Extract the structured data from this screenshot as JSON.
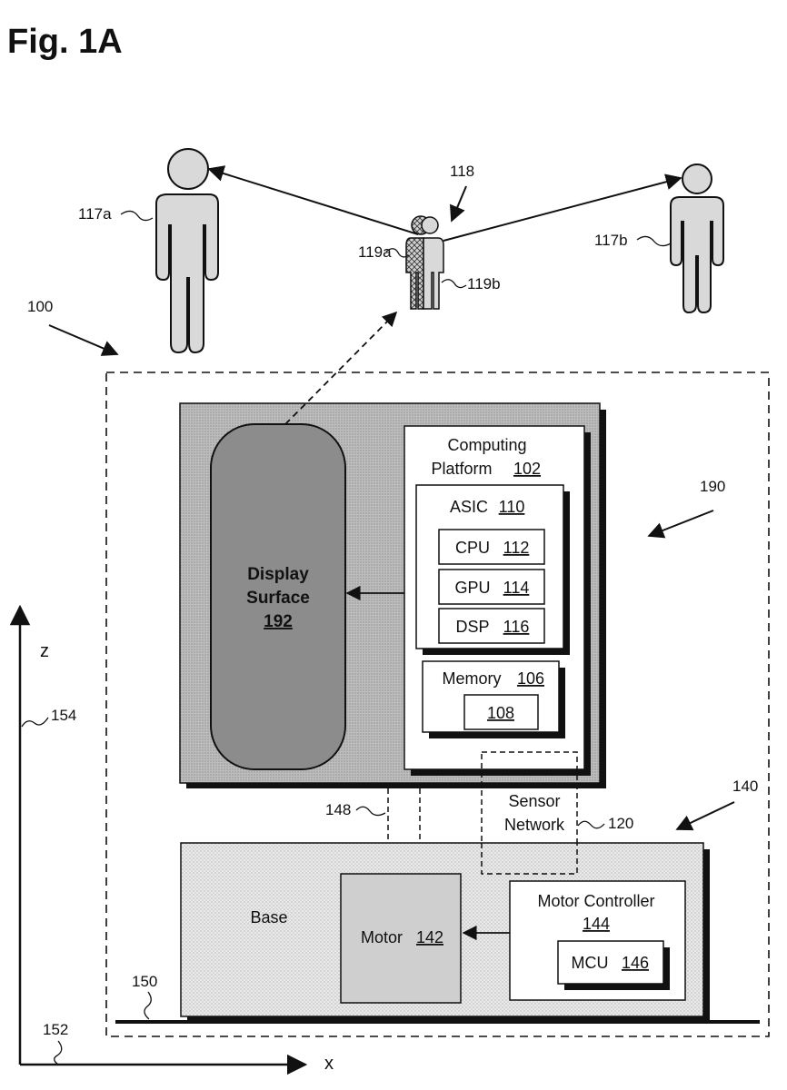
{
  "figure": {
    "title": "Fig. 1A",
    "ref_system": "100",
    "ref_device": "190",
    "ref_base_group": "140",
    "ref_floor": "150",
    "ref_x_axis": "152",
    "ref_z_axis": "154",
    "axis_x": "x",
    "axis_z": "z",
    "ref_link": "148"
  },
  "people": {
    "viewer_left": "117a",
    "viewer_right": "117b",
    "viewer_center": "118",
    "center_part_a": "119a",
    "center_part_b": "119b"
  },
  "display": {
    "label_line1": "Display",
    "label_line2": "Surface",
    "ref": "192"
  },
  "computing_platform": {
    "label_line1": "Computing",
    "label_line2": "Platform",
    "ref": "102",
    "asic": {
      "label": "ASIC",
      "ref": "110"
    },
    "cpu": {
      "label": "CPU",
      "ref": "112"
    },
    "gpu": {
      "label": "GPU",
      "ref": "114"
    },
    "dsp": {
      "label": "DSP",
      "ref": "116"
    },
    "memory": {
      "label": "Memory",
      "ref": "106",
      "inner_ref": "108"
    }
  },
  "sensor_network": {
    "label_line1": "Sensor",
    "label_line2": "Network",
    "ref": "120"
  },
  "base": {
    "label": "Base",
    "motor": {
      "label": "Motor",
      "ref": "142"
    },
    "motor_controller": {
      "label": "Motor Controller",
      "ref": "144"
    },
    "mcu": {
      "label": "MCU",
      "ref": "146"
    }
  },
  "colors": {
    "ink": "#111111",
    "panel_fill": "#bdbdbd",
    "display_fill": "#8c8c8c",
    "base_fill": "#e8e8e8",
    "motor_fill": "#cfcfcf",
    "person_fill": "#d9d9d9",
    "shadow": "#111111"
  }
}
